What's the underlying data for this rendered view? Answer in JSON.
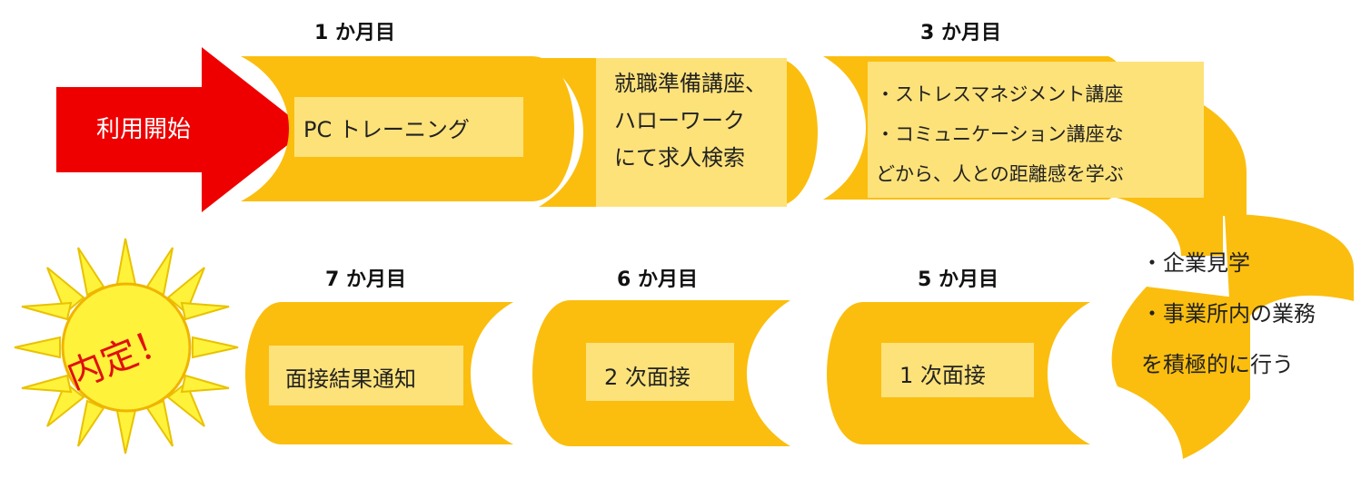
{
  "start_label": "利用開始",
  "months": {
    "m1": "1 か月目",
    "m3": "3 か月目",
    "m7": "7 か月目",
    "m6": "6 か月目",
    "m5": "5 か月目"
  },
  "steps": {
    "pc_training": "PC トレーニング",
    "job_search": [
      "就職準備講座、",
      "ハローワーク",
      "にて求人検索"
    ],
    "courses": [
      "・ストレスマネジメント講座",
      "・コミュニケーション講座な",
      "どから、人との距離感を学ぶ"
    ],
    "visit": [
      "・企業見学",
      "・事業所内の業務",
      "を積極的に行う"
    ],
    "interview1": "1 次面接",
    "interview2": "2 次面接",
    "result": "面接結果通知"
  },
  "goal_label": "内定！",
  "colors": {
    "arrow": "#ee0000",
    "card": "#fbbe0e",
    "inner_pad": "#fde27a",
    "sun_ray": "#fff23a",
    "sun_stroke": "#f0b400"
  }
}
